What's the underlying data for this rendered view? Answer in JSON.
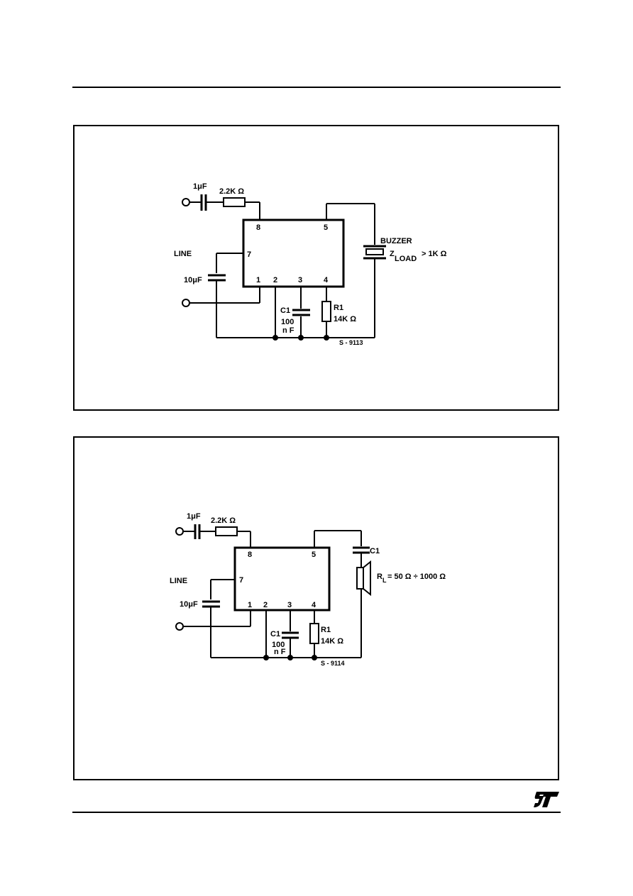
{
  "figure1": {
    "labels": {
      "line": "LINE",
      "cap_in": "1μF",
      "res_in": "2.2K Ω",
      "cap_line": "10μF",
      "buzzer": "BUZZER",
      "zload_z": "Z",
      "zload_sub": "LOAD",
      "zload_val": "> 1K Ω",
      "c1": "C1",
      "c1_val1": "100",
      "c1_val2": "n F",
      "r1": "R1",
      "r1_val": "14K Ω",
      "ref": "S - 9113"
    },
    "pins": {
      "p8": "8",
      "p5": "5",
      "p7": "7",
      "p1": "1",
      "p2": "2",
      "p3": "3",
      "p4": "4"
    }
  },
  "figure2": {
    "labels": {
      "line": "LINE",
      "cap_in": "1μF",
      "res_in": "2.2K Ω",
      "cap_line": "10μF",
      "c1_out": "C1",
      "rl_r": "R",
      "rl_sub": "L",
      "rl_val": "= 50 Ω ÷ 1000 Ω",
      "c1": "C1",
      "c1_val1": "100",
      "c1_val2": "n F",
      "r1": "R1",
      "r1_val": "14K Ω",
      "ref": "S - 9114"
    },
    "pins": {
      "p8": "8",
      "p5": "5",
      "p7": "7",
      "p1": "1",
      "p2": "2",
      "p3": "3",
      "p4": "4"
    }
  }
}
